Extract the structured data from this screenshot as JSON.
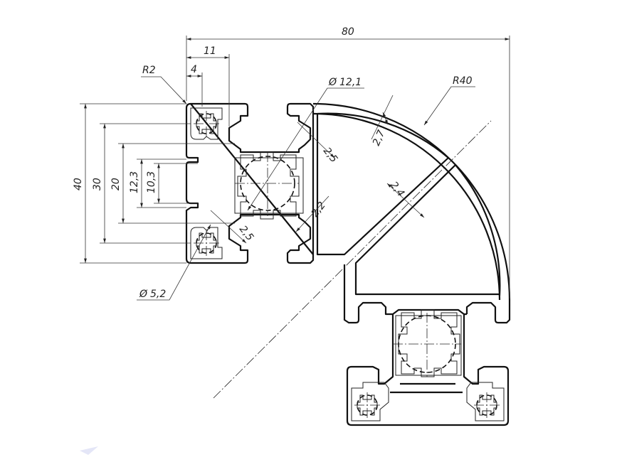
{
  "drawing": {
    "dimensions": {
      "width_80": "80",
      "d11": "11",
      "d4": "4",
      "r2": "R2",
      "d40": "40",
      "d30": "30",
      "d20": "20",
      "d12_3": "12,3",
      "d10_3": "10,3",
      "dia12_1": "12,1",
      "r40": "R40",
      "d2_7": "2,7",
      "d2_5a": "2,5",
      "d2_4": "2,4",
      "d2_2": "2,2",
      "d2_5b": "2,5",
      "dia5_2": "5,2"
    },
    "symbols": {
      "diameter": "Ø"
    }
  }
}
